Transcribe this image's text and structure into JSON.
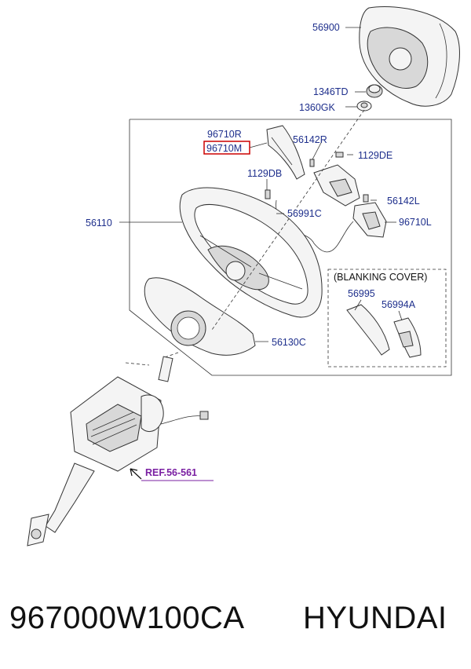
{
  "diagram": {
    "labels": {
      "l56900": "56900",
      "l1346TD": "1346TD",
      "l1360GK": "1360GK",
      "l96710R": "96710R",
      "l96710M": "96710M",
      "l56142R": "56142R",
      "l1129DE": "1129DE",
      "l1129DB": "1129DB",
      "l56142L": "56142L",
      "l56110": "56110",
      "l56991C": "56991C",
      "l96710L": "96710L",
      "blanking_cover": "(BLANKING COVER)",
      "l56995": "56995",
      "l56994A": "56994A",
      "l56130C": "56130C",
      "ref": "REF.56-561"
    },
    "highlight_color": "#cc0000",
    "label_color": "#1e2f8c",
    "ref_color": "#7a1fa2"
  },
  "footer": {
    "part_number": "967000W100CA",
    "brand": "HYUNDAI"
  }
}
